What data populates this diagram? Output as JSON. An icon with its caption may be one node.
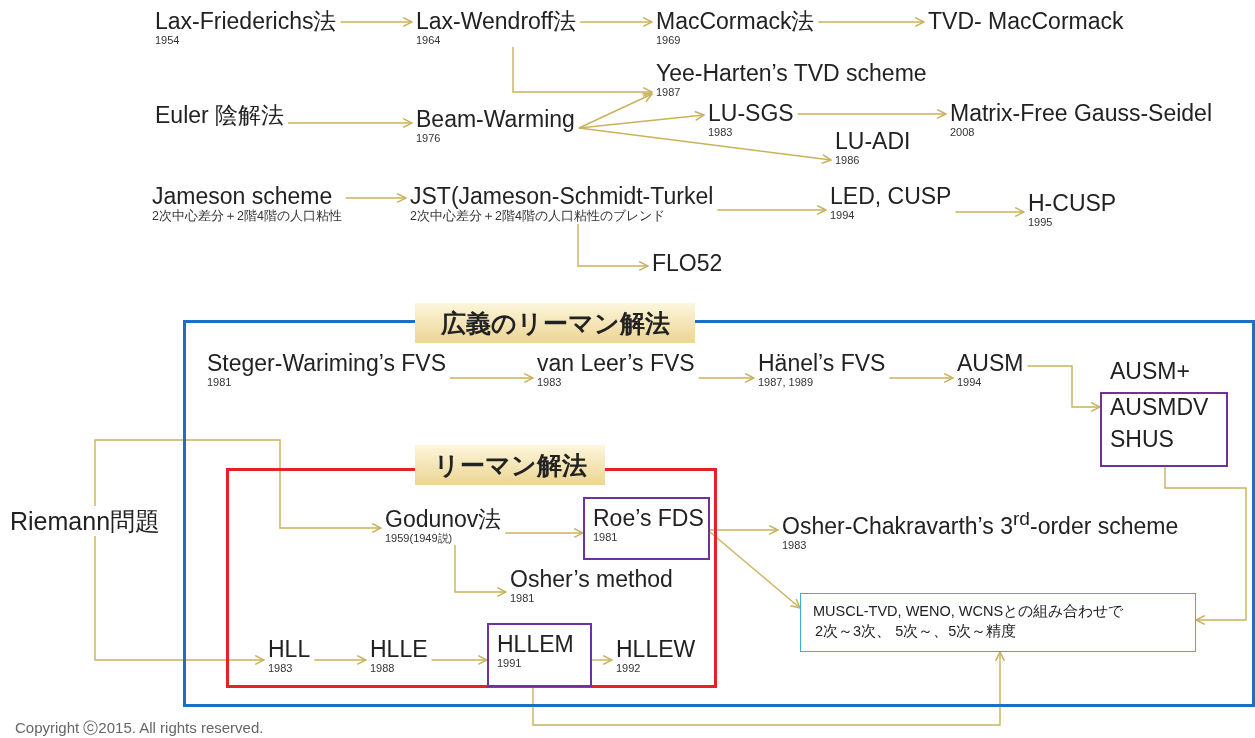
{
  "diagram": {
    "nodes": [
      {
        "text": [
          "Lax-Friederichs法",
          "1954"
        ]
      },
      {
        "text": [
          "Lax-Wendroff法",
          "1964"
        ]
      },
      {
        "text": [
          "MacCormack法",
          "1969"
        ]
      },
      {
        "text": [
          "TVD- MacCormack"
        ]
      },
      {
        "text": [
          "Yee-Harten’s TVD scheme",
          "1987"
        ]
      },
      {
        "text": [
          "Euler 陰解法"
        ]
      },
      {
        "text": [
          "Beam-Warming",
          "1976"
        ]
      },
      {
        "text": [
          "LU-SGS",
          "1983"
        ]
      },
      {
        "text": [
          "Matrix-Free Gauss-Seidel",
          "2008"
        ]
      },
      {
        "text": [
          "LU-ADI",
          "1986"
        ]
      },
      {
        "text": [
          "Jameson scheme",
          "2次中心差分＋2階4階の人口粘性"
        ]
      },
      {
        "text": [
          "JST(Jameson-Schmidt-Turkel",
          "2次中心差分＋2階4階の人口粘性のブレンド"
        ]
      },
      {
        "text": [
          "LED, CUSP",
          "1994"
        ]
      },
      {
        "text": [
          "H-CUSP",
          "1995"
        ]
      },
      {
        "text": [
          "FLO52"
        ]
      },
      {
        "text": [
          "広義のリーマン解法"
        ]
      },
      {
        "text": [
          "Steger-Wariming’s FVS",
          "1981"
        ],
        "in": 15
      },
      {
        "text": [
          "van Leer’s FVS",
          "1983"
        ],
        "in": 15
      },
      {
        "text": [
          "Hänel’s FVS",
          "1987, 1989"
        ],
        "in": 15
      },
      {
        "text": [
          "AUSM",
          "1994"
        ],
        "in": 15
      },
      {
        "text": [
          "AUSM+",
          "AUSMDV",
          "SHUS"
        ],
        "in": 15
      },
      {
        "text": [
          "Riemann問題"
        ]
      },
      {
        "text": [
          "リーマン解法"
        ],
        "in": 15
      },
      {
        "text": [
          "Godunov法",
          "1959(1949説)"
        ],
        "in": 22
      },
      {
        "text": [
          "Roe’s FDS",
          "1981"
        ],
        "in": 22
      },
      {
        "text": [
          "Osher’s method",
          "1981"
        ],
        "in": 22
      },
      {
        "text": [
          "HLL",
          "1983"
        ],
        "in": 22
      },
      {
        "text": [
          "HLLE",
          "1988"
        ],
        "in": 22
      },
      {
        "text": [
          "HLLEM",
          "1991"
        ],
        "in": 22
      },
      {
        "text": [
          "HLLEW",
          "1992"
        ],
        "in": 22
      },
      {
        "text": [
          "Osher-Chakravarth’s 3$^{rd}$-order scheme",
          "1983"
        ],
        "in": 15
      },
      {
        "text": [
          "MUSCL-TVD, WENO, WCNSとの組み合わせで",
          "2次～3次、 5次～、5次～精度"
        ],
        "in": 15
      }
    ],
    "edges": [
      {
        "from": 0,
        "to": 1,
        "arrow": "to"
      },
      {
        "from": 1,
        "to": 2,
        "arrow": "to"
      },
      {
        "from": 2,
        "to": 3,
        "arrow": "to"
      },
      {
        "from": 1,
        "to": 4,
        "arrow": "to"
      },
      {
        "from": 5,
        "to": 6,
        "arrow": "to"
      },
      {
        "from": 6,
        "to": 4,
        "arrow": "to"
      },
      {
        "from": 6,
        "to": 7,
        "arrow": "to"
      },
      {
        "from": 6,
        "to": 9,
        "arrow": "to"
      },
      {
        "from": 7,
        "to": 8,
        "arrow": "to"
      },
      {
        "from": 10,
        "to": 11,
        "arrow": "to"
      },
      {
        "from": 11,
        "to": 12,
        "arrow": "to"
      },
      {
        "from": 11,
        "to": 14,
        "arrow": "to"
      },
      {
        "from": 12,
        "to": 13,
        "arrow": "to"
      },
      {
        "from": 16,
        "to": 17,
        "arrow": "to"
      },
      {
        "from": 17,
        "to": 18,
        "arrow": "to"
      },
      {
        "from": 18,
        "to": 19,
        "arrow": "to"
      },
      {
        "from": 19,
        "to": 20,
        "arrow": "to"
      },
      {
        "from": 20,
        "to": 31,
        "arrow": "to"
      },
      {
        "from": 21,
        "to": 23,
        "arrow": "to"
      },
      {
        "from": 21,
        "to": 26,
        "arrow": "to"
      },
      {
        "from": 23,
        "to": 24,
        "arrow": "to"
      },
      {
        "from": 23,
        "to": 25,
        "arrow": "to"
      },
      {
        "from": 24,
        "to": 30,
        "arrow": "to"
      },
      {
        "from": 24,
        "to": 31,
        "arrow": "to"
      },
      {
        "from": 26,
        "to": 27,
        "arrow": "to"
      },
      {
        "from": 27,
        "to": 28,
        "arrow": "to"
      },
      {
        "from": 28,
        "to": 29,
        "arrow": "to"
      },
      {
        "from": 28,
        "to": 31,
        "arrow": "to"
      }
    ],
    "labels": [
      "Copyright ⓒ2015. All rights reserved."
    ]
  }
}
